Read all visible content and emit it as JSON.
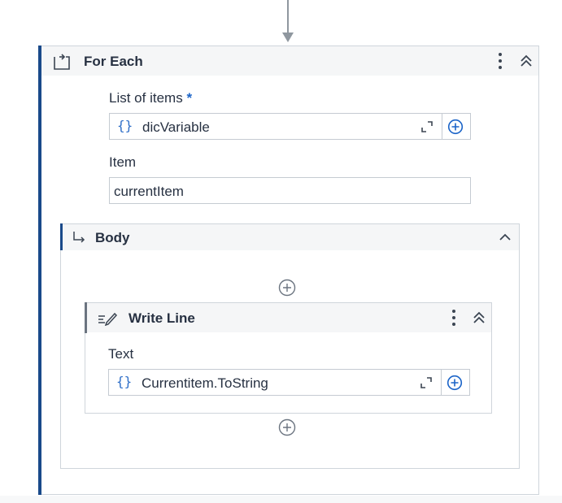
{
  "for_each": {
    "title": "For Each",
    "list_label": "List of items",
    "required_marker": "*",
    "list_value": "dicVariable",
    "item_label": "Item",
    "item_value": "currentItem"
  },
  "body": {
    "title": "Body"
  },
  "write_line": {
    "title": "Write Line",
    "text_label": "Text",
    "text_value": "Currentitem.ToString"
  },
  "icons": {
    "for_each": "loop-icon",
    "body": "branch-arrow-icon",
    "write_line": "write-line-icon",
    "expression": "curly-braces",
    "expand": "expand-corner",
    "add": "plus-circle",
    "menu": "vertical-ellipsis",
    "collapse": "double-chevron-up",
    "collapse_single": "chevron-up"
  },
  "colors": {
    "accent_bar": "#1a4a8a",
    "header_bg": "#f5f6f7",
    "border": "#cfd5db",
    "brace": "#2f6fc8",
    "required": "#1b64c8"
  }
}
